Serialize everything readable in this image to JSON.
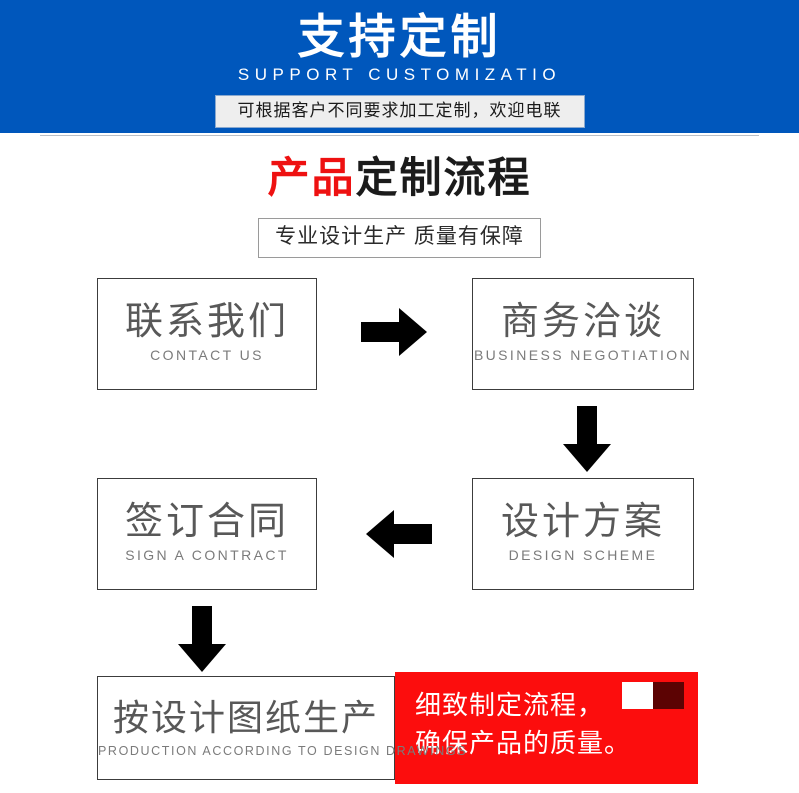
{
  "banner": {
    "title": "支持定制",
    "subtitle": "SUPPORT CUSTOMIZATIO",
    "tagline": "可根据客户不同要求加工定制，欢迎电联",
    "background_color": "#0057bc",
    "text_color": "#ffffff"
  },
  "section": {
    "title_highlight": "产品",
    "title_rest": "定制流程",
    "title_highlight_color": "#ee1111",
    "title_rest_color": "#1b1b1b",
    "subtitle": "专业设计生产 质量有保障"
  },
  "flow": {
    "steps": [
      {
        "cn": "联系我们",
        "en": "CONTACT US"
      },
      {
        "cn": "商务洽谈",
        "en": "BUSINESS  NEGOTIATION"
      },
      {
        "cn": "设计方案",
        "en": "DESIGN  SCHEME"
      },
      {
        "cn": "签订合同",
        "en": "SIGN A CONTRACT"
      },
      {
        "cn": "按设计图纸生产",
        "en": "PRODUCTION ACCORDING TO DESIGN DRAWINGS"
      }
    ],
    "arrows": [
      {
        "name": "arrow-right",
        "direction": "right"
      },
      {
        "name": "arrow-down-right",
        "direction": "down"
      },
      {
        "name": "arrow-left",
        "direction": "left"
      },
      {
        "name": "arrow-down-left",
        "direction": "down"
      }
    ],
    "box_border_color": "#3c3c3c",
    "cn_text_color": "#585858",
    "en_text_color": "#7b7b7b"
  },
  "callout": {
    "line1": "细致制定流程，",
    "line2": "确保产品的质量。",
    "background_color": "#fc0d0d",
    "text_color": "#ffffff",
    "deco_color_1": "#ffffff",
    "deco_color_2": "#5c0303"
  }
}
